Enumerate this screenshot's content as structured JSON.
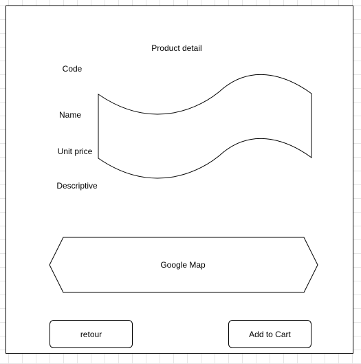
{
  "page": {
    "title": "Product detail"
  },
  "fields": {
    "code": "Code",
    "name": "Name",
    "unit_price": "Unit price",
    "descriptive": "Descriptive"
  },
  "map": {
    "label": "Google Map"
  },
  "actions": {
    "back_label": "retour",
    "add_to_cart_label": "Add to Cart"
  }
}
